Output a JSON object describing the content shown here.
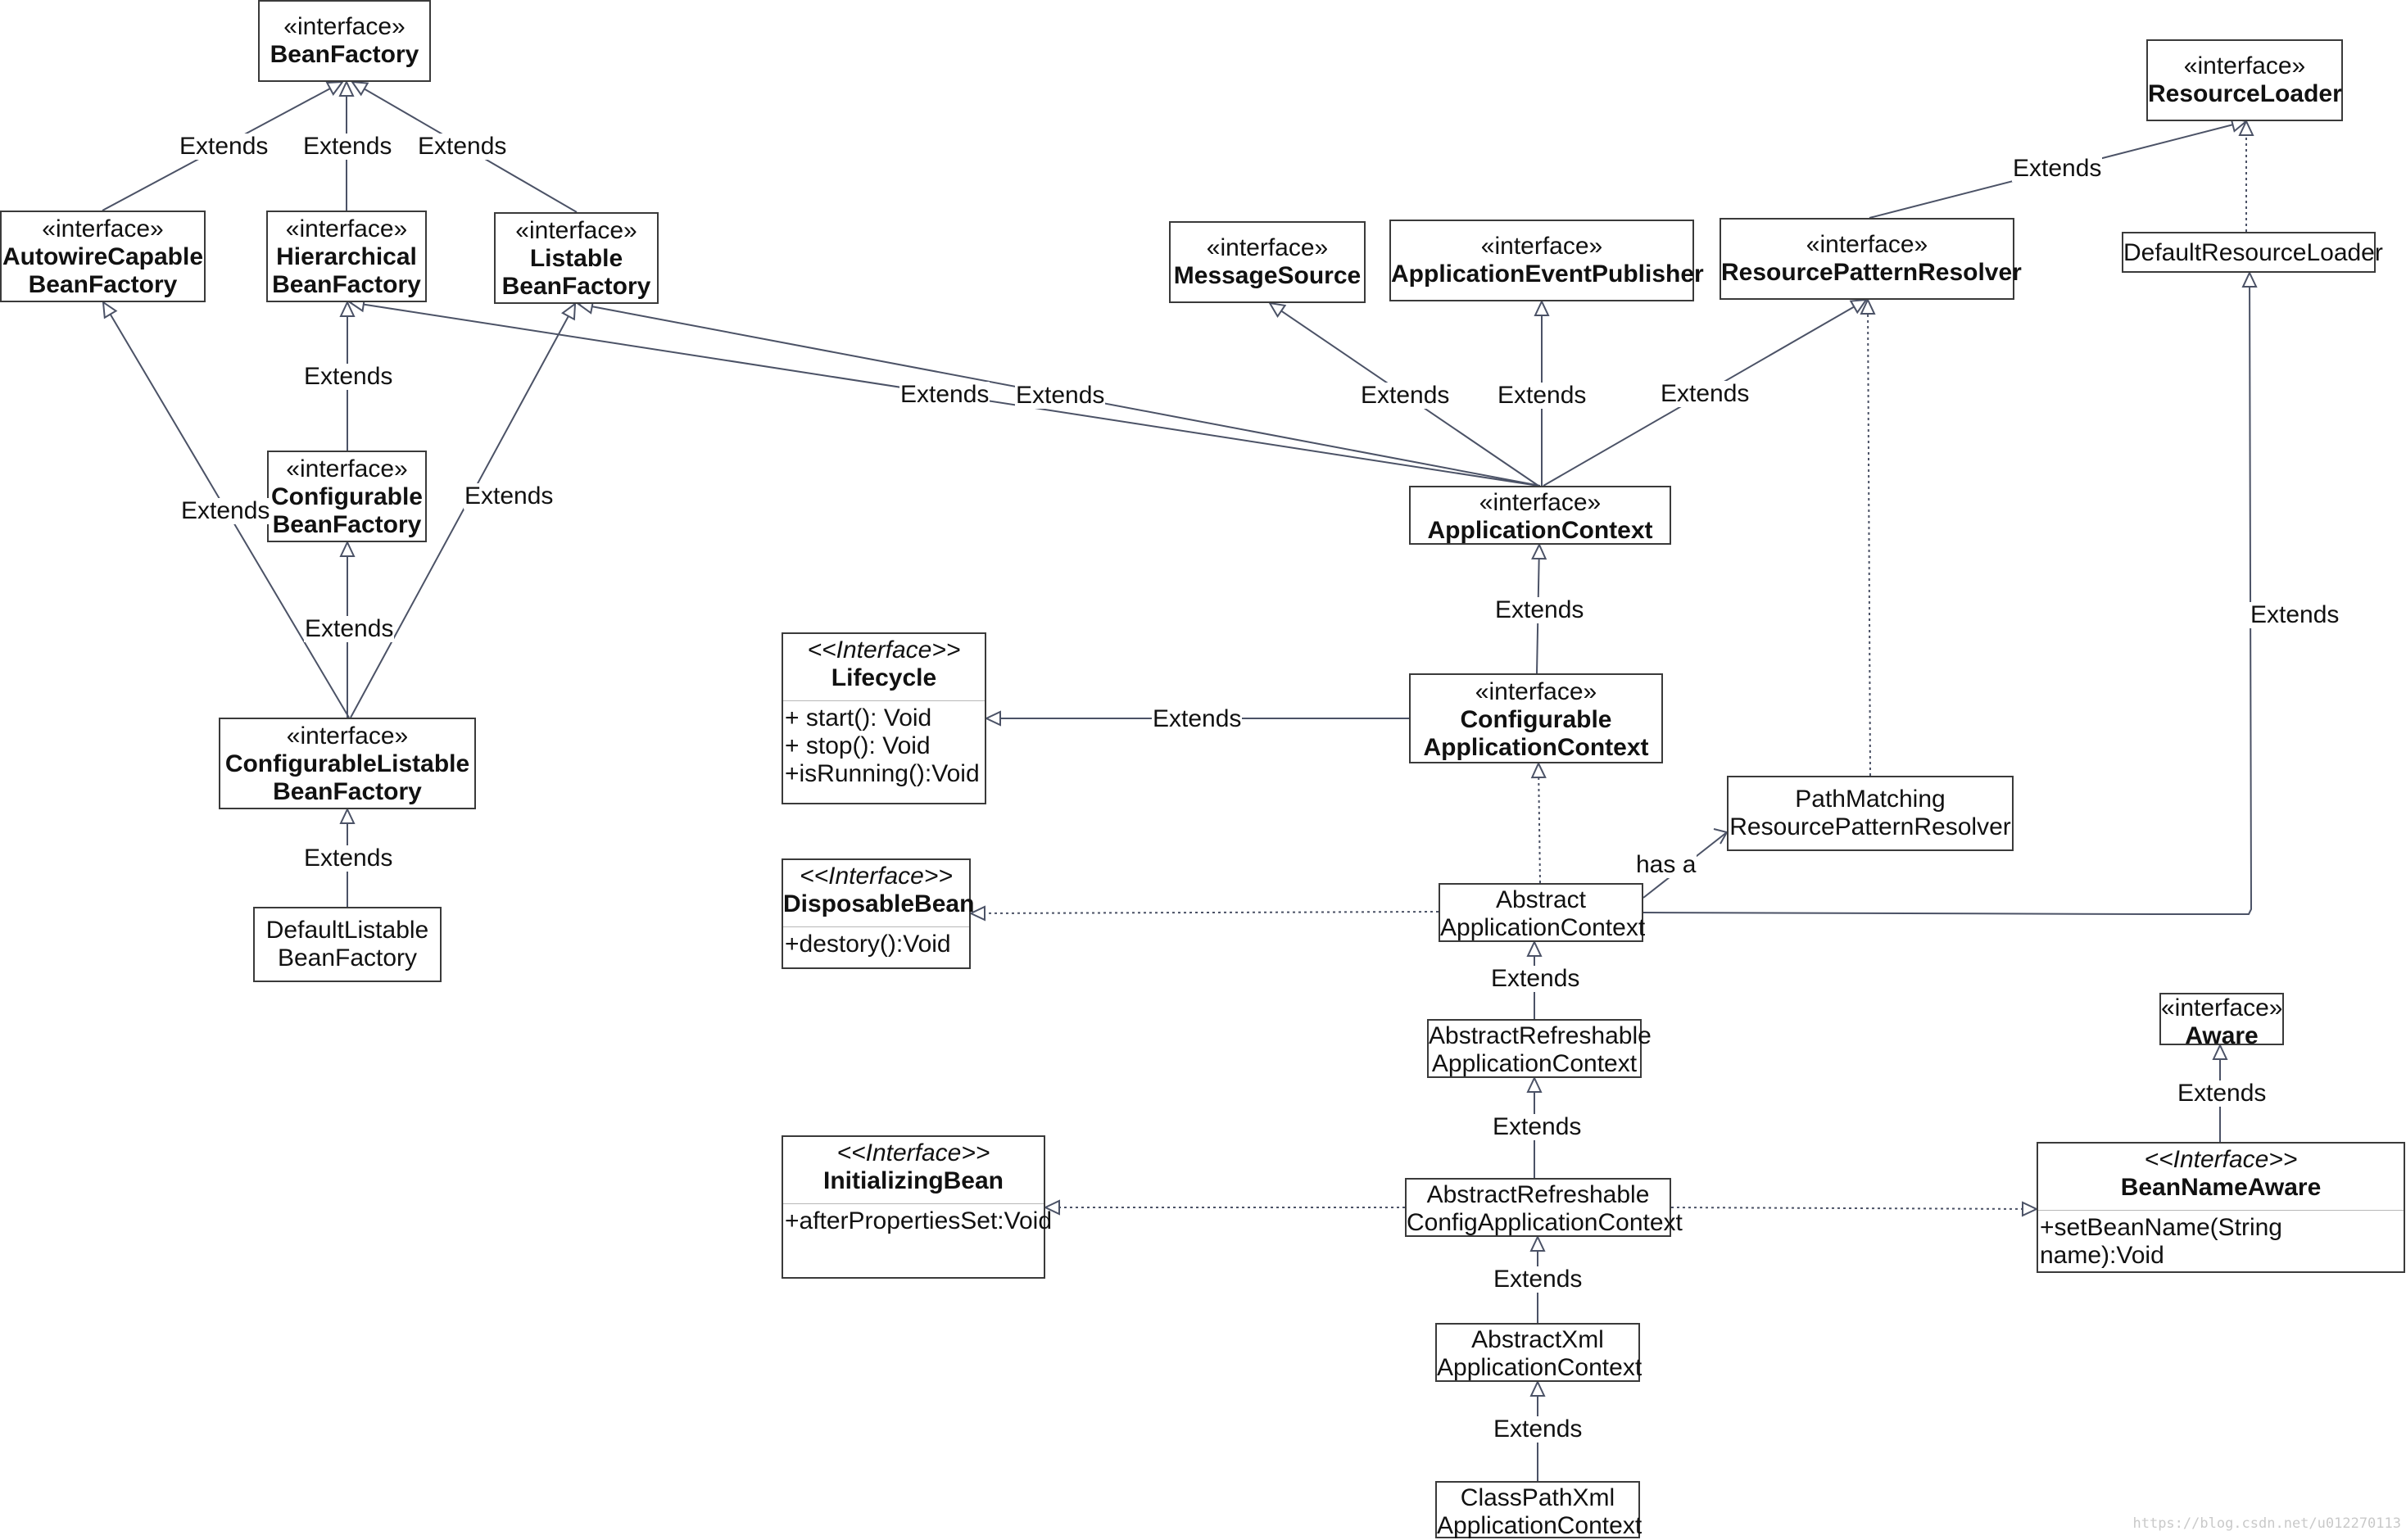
{
  "stereo_interface": "«interface»",
  "stereo_Interface": "<<Interface>>",
  "nodes": {
    "beanfactory": {
      "name1": "BeanFactory"
    },
    "autowire": {
      "name1": "AutowireCapable",
      "name2": "BeanFactory"
    },
    "hierarchical": {
      "name1": "Hierarchical",
      "name2": "BeanFactory"
    },
    "listable": {
      "name1": "Listable",
      "name2": "BeanFactory"
    },
    "configurable_bf": {
      "name1": "Configurable",
      "name2": "BeanFactory"
    },
    "configurable_listable": {
      "name1": "ConfigurableListable",
      "name2": "BeanFactory"
    },
    "default_listable": {
      "name1": "DefaultListable",
      "name2": "BeanFactory"
    },
    "messagesource": {
      "name1": "MessageSource"
    },
    "event_publisher": {
      "name1": "ApplicationEventPublisher"
    },
    "pattern_resolver": {
      "name1": "ResourcePatternResolver"
    },
    "resourceloader": {
      "name1": "ResourceLoader"
    },
    "default_resourceloader": {
      "name1": "DefaultResourceLoader"
    },
    "appcontext": {
      "name1": "ApplicationContext"
    },
    "lifecycle": {
      "name1": "Lifecycle",
      "ops": [
        "+ start(): Void",
        "+ stop(): Void",
        "+isRunning():Void"
      ]
    },
    "configurable_appctx": {
      "name1": "Configurable",
      "name2": "ApplicationContext"
    },
    "pathmatching": {
      "name1": "PathMatching",
      "name2": "ResourcePatternResolver"
    },
    "disposable": {
      "name1": "DisposableBean",
      "ops": [
        "+destory():Void"
      ]
    },
    "abstract_appctx": {
      "name1": "Abstract",
      "name2": "ApplicationContext"
    },
    "abstract_refreshable": {
      "name1": "AbstractRefreshable",
      "name2": "ApplicationContext"
    },
    "aware": {
      "name1": "Aware"
    },
    "initializing": {
      "name1": "InitializingBean",
      "ops": [
        "+afterPropertiesSet:Void"
      ]
    },
    "abstract_refreshable_config": {
      "name1": "AbstractRefreshable",
      "name2": "ConfigApplicationContext"
    },
    "beannameaware": {
      "name1": "BeanNameAware",
      "ops": [
        "+setBeanName(String name):Void"
      ]
    },
    "abstract_xml": {
      "name1": "AbstractXml",
      "name2": "ApplicationContext"
    },
    "classpath_xml": {
      "name1": "ClassPathXml",
      "name2": "ApplicationContext"
    }
  },
  "edge_labels": {
    "extends": "Extends",
    "has_a": "has a"
  },
  "watermark": "https://blog.csdn.net/u012270113"
}
